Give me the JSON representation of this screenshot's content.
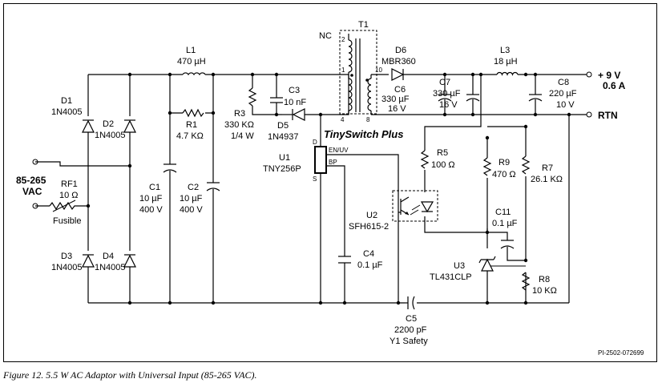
{
  "components": {
    "L1": {
      "ref": "L1",
      "value": "470 µH"
    },
    "T1": {
      "ref": "T1",
      "nc": "NC"
    },
    "D6": {
      "ref": "D6",
      "value": "MBR360"
    },
    "L3": {
      "ref": "L3",
      "value": "18 µH"
    },
    "D1": {
      "ref": "D1",
      "value": "1N4005"
    },
    "D2": {
      "ref": "D2",
      "value": "1N4005"
    },
    "D3": {
      "ref": "D3",
      "value": "1N4005"
    },
    "D4": {
      "ref": "D4",
      "value": "1N4005"
    },
    "R1": {
      "ref": "R1",
      "value": "4.7 KΩ"
    },
    "R3": {
      "ref": "R3",
      "value": "330 KΩ",
      "rating": "1/4 W"
    },
    "C3": {
      "ref": "C3",
      "value": "10 nF"
    },
    "D5": {
      "ref": "D5",
      "value": "1N4937"
    },
    "C6": {
      "ref": "C6",
      "value": "330 µF",
      "rating": "16 V"
    },
    "C7": {
      "ref": "C7",
      "value": "330 µF",
      "rating": "16 V"
    },
    "C8": {
      "ref": "C8",
      "value": "220 µF",
      "rating": "10 V"
    },
    "RF1": {
      "ref": "RF1",
      "value": "10 Ω",
      "note": "Fusible"
    },
    "C1": {
      "ref": "C1",
      "value": "10 µF",
      "rating": "400 V"
    },
    "C2": {
      "ref": "C2",
      "value": "10 µF",
      "rating": "400 V"
    },
    "U1": {
      "ref": "U1",
      "value": "TNY256P",
      "pin_d": "D",
      "pin_s": "S",
      "pin_en": "EN/UV",
      "pin_bp": "BP"
    },
    "R5": {
      "ref": "R5",
      "value": "100 Ω"
    },
    "R9": {
      "ref": "R9",
      "value": "470 Ω"
    },
    "R7": {
      "ref": "R7",
      "value": "26.1 KΩ"
    },
    "U2": {
      "ref": "U2",
      "value": "SFH615-2"
    },
    "C11": {
      "ref": "C11",
      "value": "0.1 µF"
    },
    "C4": {
      "ref": "C4",
      "value": "0.1 µF"
    },
    "U3": {
      "ref": "U3",
      "value": "TL431CLP"
    },
    "R8": {
      "ref": "R8",
      "value": "10 KΩ"
    },
    "C5": {
      "ref": "C5",
      "value": "2200 pF",
      "rating": "Y1 Safety"
    }
  },
  "labels": {
    "input_voltage": "85-265",
    "input_unit": "VAC",
    "output_v": "+ 9 V",
    "output_i": "0.6 A",
    "rtn": "RTN",
    "brand": "TinySwitch Plus",
    "pin_1": "1",
    "pin_2": "2",
    "pin_4": "4",
    "pin_8": "8",
    "pin_10": "10",
    "doc_id": "PI-2502-072699"
  },
  "caption": "Figure 12.  5.5 W AC Adaptor with Universal Input (85-265 VAC)."
}
